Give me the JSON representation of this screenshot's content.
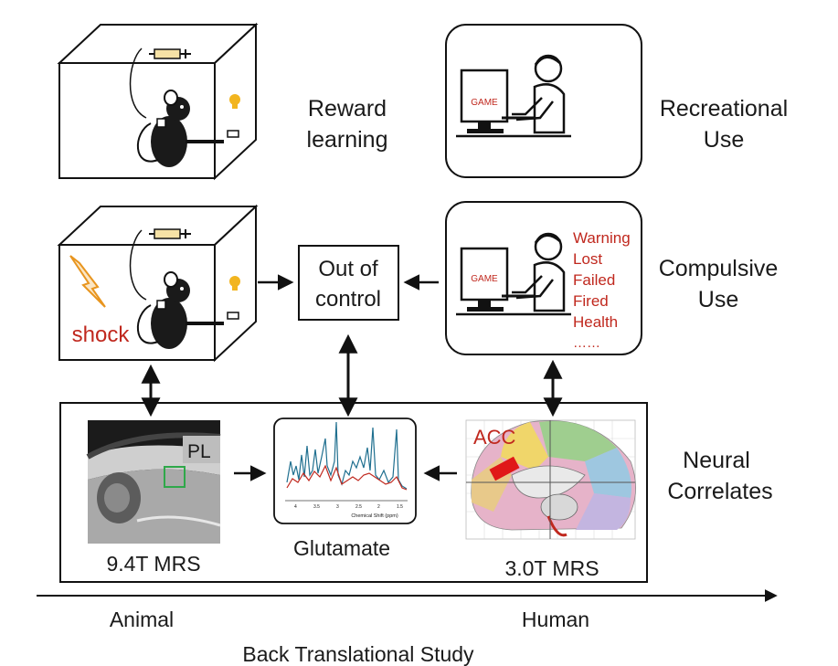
{
  "labels": {
    "reward_line1": "Reward",
    "reward_line2": "learning",
    "recreational_line1": "Recreational",
    "recreational_line2": "Use",
    "compulsive_line1": "Compulsive",
    "compulsive_line2": "Use",
    "out_of_control_line1": "Out of",
    "out_of_control_line2": "control",
    "neural_line1": "Neural",
    "neural_line2": "Correlates",
    "shock": "shock",
    "game": "GAME",
    "game2": "GAME",
    "consequences": [
      "Warning",
      "Lost",
      "Failed",
      "Fired",
      "Health",
      "……"
    ],
    "pl": "PL",
    "acc": "ACC",
    "glutamate": "Glutamate",
    "mrs_animal": "9.4T MRS",
    "mrs_human": "3.0T MRS",
    "spectrum_xlabel": "Chemical Shift (ppm)",
    "spectrum_ticks": [
      "4",
      "3.5",
      "3",
      "2.5",
      "2",
      "1.5"
    ],
    "animal": "Animal",
    "human": "Human",
    "study": "Back Translational Study"
  },
  "colors": {
    "accent_red": "#c0281e",
    "bulb": "#f2b51f",
    "lightning": "#e8951f",
    "roi_green": "#2fa84a",
    "spectrum_blue": "#1f6f8f",
    "spectrum_red": "#c0281e"
  },
  "icons": [
    "syringe-icon",
    "rat-icon",
    "lightbulb-icon",
    "lightning-icon",
    "person-at-computer-icon",
    "brain-map-icon"
  ]
}
